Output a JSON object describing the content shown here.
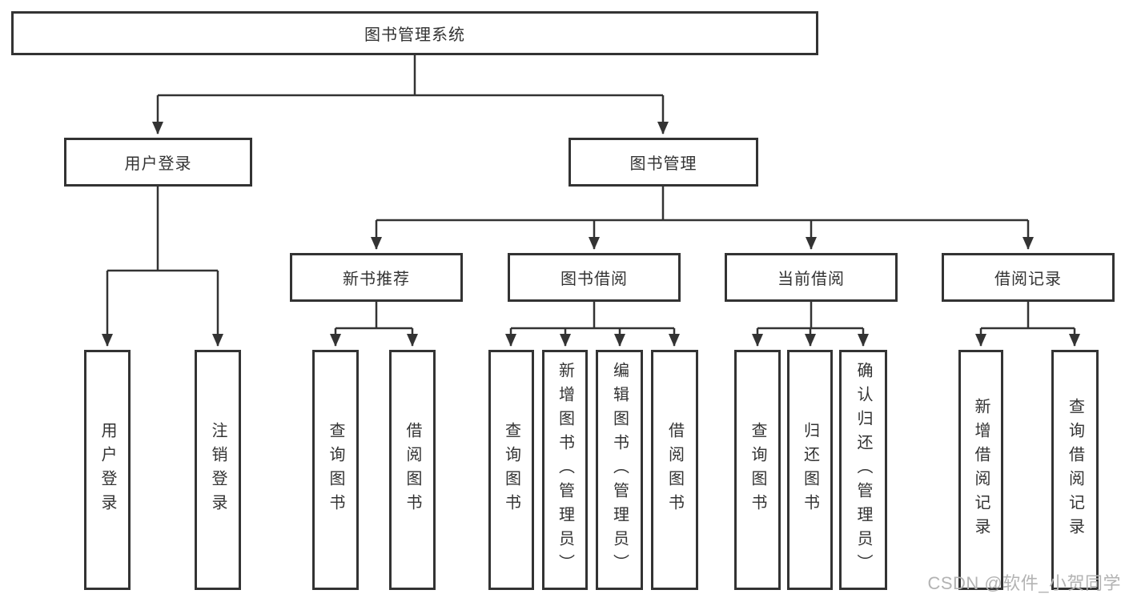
{
  "diagram": {
    "title": "图书管理系统",
    "branches": [
      {
        "label": "用户登录",
        "children": [
          "用户登录",
          "注销登录"
        ]
      },
      {
        "label": "图书管理",
        "sections": [
          {
            "label": "新书推荐",
            "children": [
              "查询图书",
              "借阅图书"
            ]
          },
          {
            "label": "图书借阅",
            "children": [
              "查询图书",
              "新增图书（管理员）",
              "编辑图书（管理员）",
              "借阅图书"
            ]
          },
          {
            "label": "当前借阅",
            "children": [
              "查询图书",
              "归还图书",
              "确认归还（管理员）"
            ]
          },
          {
            "label": "借阅记录",
            "children": [
              "新增借阅记录",
              "查询借阅记录"
            ]
          }
        ]
      }
    ]
  },
  "watermark": {
    "text": "CSDN @软件_小贺同学"
  },
  "colors": {
    "line": "#333333",
    "box_border": "#333333",
    "text": "#333333",
    "watermark": "#b3b3b3",
    "background": "#ffffff"
  }
}
